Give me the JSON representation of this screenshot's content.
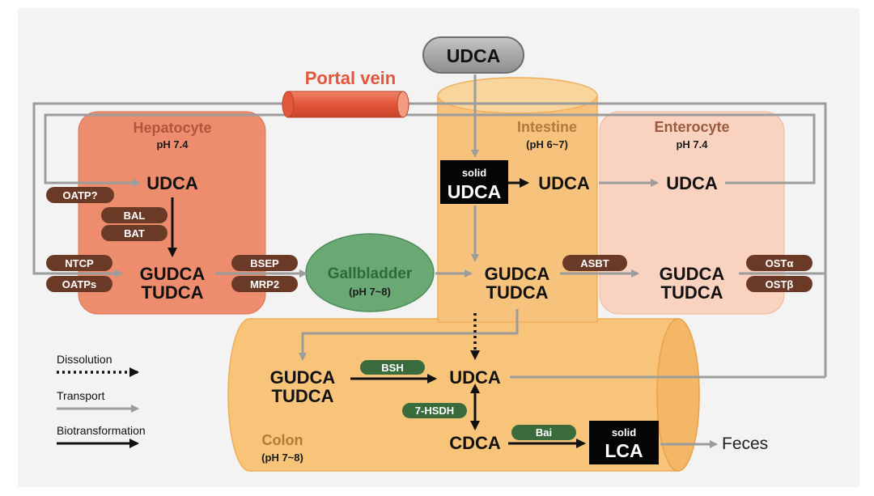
{
  "drug": "UDCA",
  "portal_vein": "Portal vein",
  "hepatocyte": {
    "title": "Hepatocyte",
    "ph": "pH 7.4",
    "udca": "UDCA",
    "conj1": "GUDCA",
    "conj2": "TUDCA",
    "uptake_udca": "OATP?",
    "enzyme1": "BAL",
    "enzyme2": "BAT",
    "uptake1": "NTCP",
    "uptake2": "OATPs",
    "export1": "BSEP",
    "export2": "MRP2"
  },
  "gallbladder": {
    "title": "Gallbladder",
    "ph": "(pH 7~8)"
  },
  "intestine": {
    "title": "Intestine",
    "ph": "(pH 6~7)",
    "solid_label": "solid",
    "solid_udca": "UDCA",
    "udca": "UDCA",
    "conj1": "GUDCA",
    "conj2": "TUDCA"
  },
  "enterocyte": {
    "title": "Enterocyte",
    "ph": "pH 7.4",
    "transporter_in": "ASBT",
    "udca": "UDCA",
    "conj1": "GUDCA",
    "conj2": "TUDCA",
    "out1": "OSTα",
    "out2": "OSTβ"
  },
  "colon": {
    "title": "Colon",
    "ph": "(pH 7~8)",
    "conj1": "GUDCA",
    "conj2": "TUDCA",
    "bsh": "BSH",
    "udca": "UDCA",
    "hsdh": "7-HSDH",
    "cdca": "CDCA",
    "bai": "Bai",
    "solid_label": "solid",
    "lca": "LCA",
    "feces": "Feces"
  },
  "legend": {
    "dissolution": "Dissolution",
    "transport": "Transport",
    "biotransformation": "Biotransformation"
  },
  "colors": {
    "hepatocyte_fill": "#ed8d6e",
    "hepatocyte_title": "#b4533a",
    "enterocyte_fill": "#f9d3bf",
    "enterocyte_title": "#9a5b3e",
    "intestine_fill": "#f6c27c",
    "colon_fill": "#f7c47a",
    "gallbladder_fill": "#6aa974",
    "gallbladder_title": "#2f6a39",
    "portal_red": "#e2563b",
    "transporter": "#6b3a26",
    "enzyme_green": "#3a6b3c",
    "arrow_gray": "#9c9c9c",
    "drug_pill": "#9a9a9a"
  }
}
